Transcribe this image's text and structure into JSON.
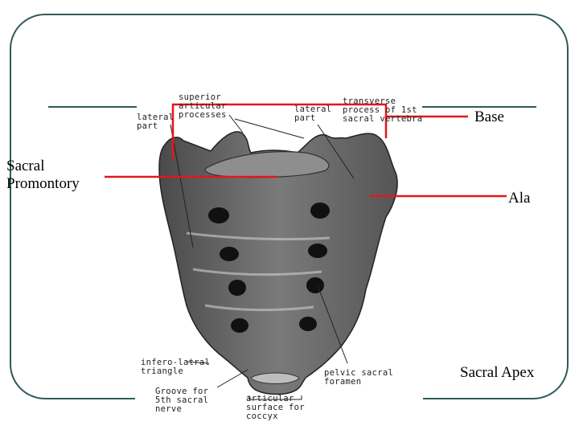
{
  "slide": {
    "labels": {
      "base": "Base",
      "sacral_promontory": "Sacral\nPromontory",
      "ala": "Ala",
      "sacral_apex": "Sacral Apex"
    },
    "accent_color": "#e8141c",
    "frame_color": "#2f5a5a"
  },
  "image_labels": {
    "superior_articular": "superior\narticular\nprocesses",
    "lateral_part_left": "lateral\npart",
    "lateral_part_right": "lateral\npart",
    "transverse_process": "transverse\nprocess of 1st\nsacral vertebra",
    "infero_lateral": "infero-latral\ntriangle",
    "groove": "Groove for\n5th sacral\nnerve",
    "articular_surface": "articular\nsurface for\ncoccyx",
    "pelvic_sacral": "pelvic sacral\nforamen"
  }
}
